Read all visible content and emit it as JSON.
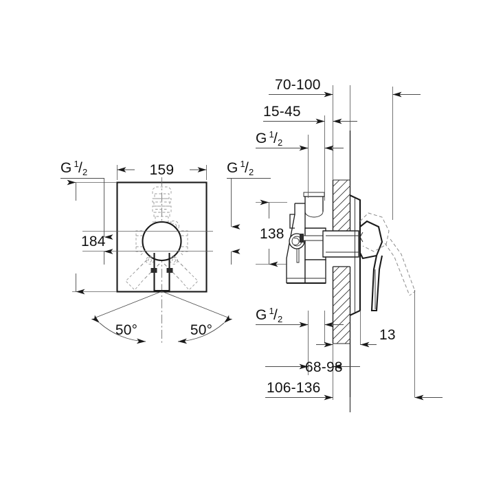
{
  "drawing": {
    "title": "Concealed mixer rough-in installation drawing",
    "background_color": "#ffffff",
    "line_color": "#1a1a1a",
    "dimension_color": "#4a4a4a",
    "hidden_line_color": "#8a8a8a",
    "units": "mm"
  },
  "front_view": {
    "name": "front-view",
    "dimensions": {
      "width_label": "159",
      "height_label": "184",
      "angle_left_label": "50°",
      "angle_right_label": "50°",
      "thread_top_left_label": "G",
      "thread_top_left_sup": "1",
      "thread_top_left_sub": "2",
      "thread_top_right_label": "G",
      "thread_top_right_sup": "1",
      "thread_top_right_sub": "2"
    }
  },
  "side_view": {
    "name": "side-view",
    "dimensions": {
      "depth_outer_label": "70-100",
      "depth_inner_label": "15-45",
      "height_label": "138",
      "plate_thickness_label": "13",
      "range_mid_label": "68-98",
      "range_outer_label": "106-136",
      "thread_upper_label": "G",
      "thread_upper_sup": "1",
      "thread_upper_sub": "2",
      "thread_lower_label": "G",
      "thread_lower_sup": "1",
      "thread_lower_sub": "2"
    }
  },
  "labels": [
    {
      "id": "g-half-front-left",
      "text": "G",
      "sup": "1",
      "sub": "2"
    },
    {
      "id": "g-half-front-right",
      "text": "G",
      "sup": "1",
      "sub": "2"
    },
    {
      "id": "dim-159",
      "text": "159"
    },
    {
      "id": "dim-184",
      "text": "184"
    },
    {
      "id": "angle-left",
      "text": "50°"
    },
    {
      "id": "angle-right",
      "text": "50°"
    },
    {
      "id": "dim-70-100",
      "text": "70-100"
    },
    {
      "id": "dim-15-45",
      "text": "15-45"
    },
    {
      "id": "g-half-side-upper",
      "text": "G",
      "sup": "1",
      "sub": "2"
    },
    {
      "id": "dim-138",
      "text": "138"
    },
    {
      "id": "g-half-side-lower",
      "text": "G",
      "sup": "1",
      "sub": "2"
    },
    {
      "id": "dim-13",
      "text": "13"
    },
    {
      "id": "dim-68-98",
      "text": "68-98"
    },
    {
      "id": "dim-106-136",
      "text": "106-136"
    }
  ]
}
